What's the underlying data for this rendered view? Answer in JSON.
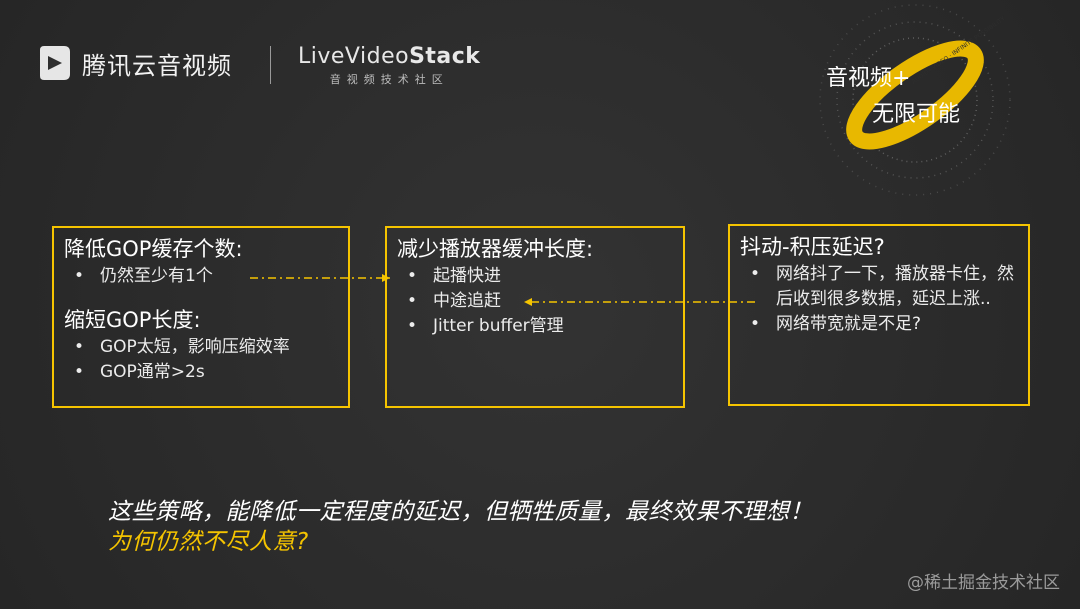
{
  "header": {
    "tencent_name": "腾讯云音视频",
    "lvs_title_part1": "LiveVideo",
    "lvs_title_part2": "Stack",
    "lvs_subtitle": "音视频技术社区"
  },
  "badge": {
    "line1": "音视频+",
    "line2": "无限可能",
    "ring_text": "AUDIO+VIDEO · INFINITE POSSIBILITY"
  },
  "boxes": [
    {
      "title": "降低GOP缓存个数:",
      "items": [
        "仍然至少有1个"
      ],
      "title2": "缩短GOP长度:",
      "items2": [
        "GOP太短，影响压缩效率",
        "GOP通常>2s"
      ]
    },
    {
      "title": "减少播放器缓冲长度:",
      "items": [
        "起播快进",
        "中途追赶",
        "Jitter buffer管理"
      ]
    },
    {
      "title": "抖动-积压延迟?",
      "items": [
        "网络抖了一下，播放器卡住，然后收到很多数据，延迟上涨..",
        "网络带宽就是不足?"
      ]
    }
  ],
  "conclusion": "这些策略，能降低一定程度的延迟，但牺牲质量，最终效果不理想！",
  "question": "为何仍然不尽人意?",
  "watermark": "@稀土掘金技术社区",
  "colors": {
    "accent": "#f5c400",
    "background": "#2e2e2e"
  }
}
